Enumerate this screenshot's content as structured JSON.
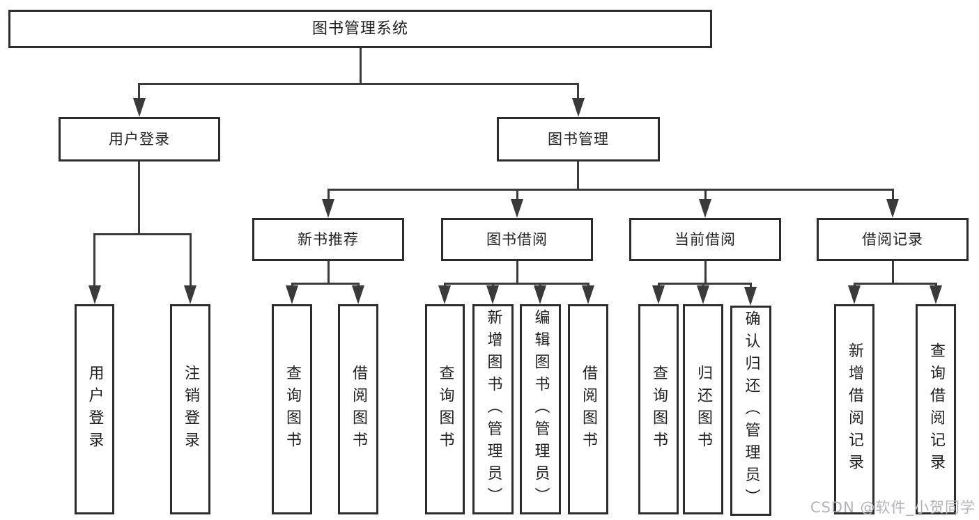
{
  "tree": {
    "label": "图书管理系统",
    "children": [
      {
        "label": "用户登录",
        "children": [
          {
            "label": "用户登录"
          },
          {
            "label": "注销登录"
          }
        ]
      },
      {
        "label": "图书管理",
        "children": [
          {
            "label": "新书推荐",
            "children": [
              {
                "label": "查询图书"
              },
              {
                "label": "借阅图书"
              }
            ]
          },
          {
            "label": "图书借阅",
            "children": [
              {
                "label": "查询图书"
              },
              {
                "label": "新增图书（管理员）"
              },
              {
                "label": "编辑图书（管理员）"
              },
              {
                "label": "借阅图书"
              }
            ]
          },
          {
            "label": "当前借阅",
            "children": [
              {
                "label": "查询图书"
              },
              {
                "label": "归还图书"
              },
              {
                "label": "确认归还（管理员）"
              }
            ]
          },
          {
            "label": "借阅记录",
            "children": [
              {
                "label": "新增借阅记录"
              },
              {
                "label": "查询借阅记录"
              }
            ]
          }
        ]
      }
    ]
  },
  "watermark": {
    "text": "CSDN @软件_小贺同学"
  },
  "colors": {
    "line": "#3a3a3a",
    "box_border": "#2c2c2c",
    "text": "#1f1f1f",
    "watermark": "#b4b4b8",
    "background": "#ffffff"
  }
}
